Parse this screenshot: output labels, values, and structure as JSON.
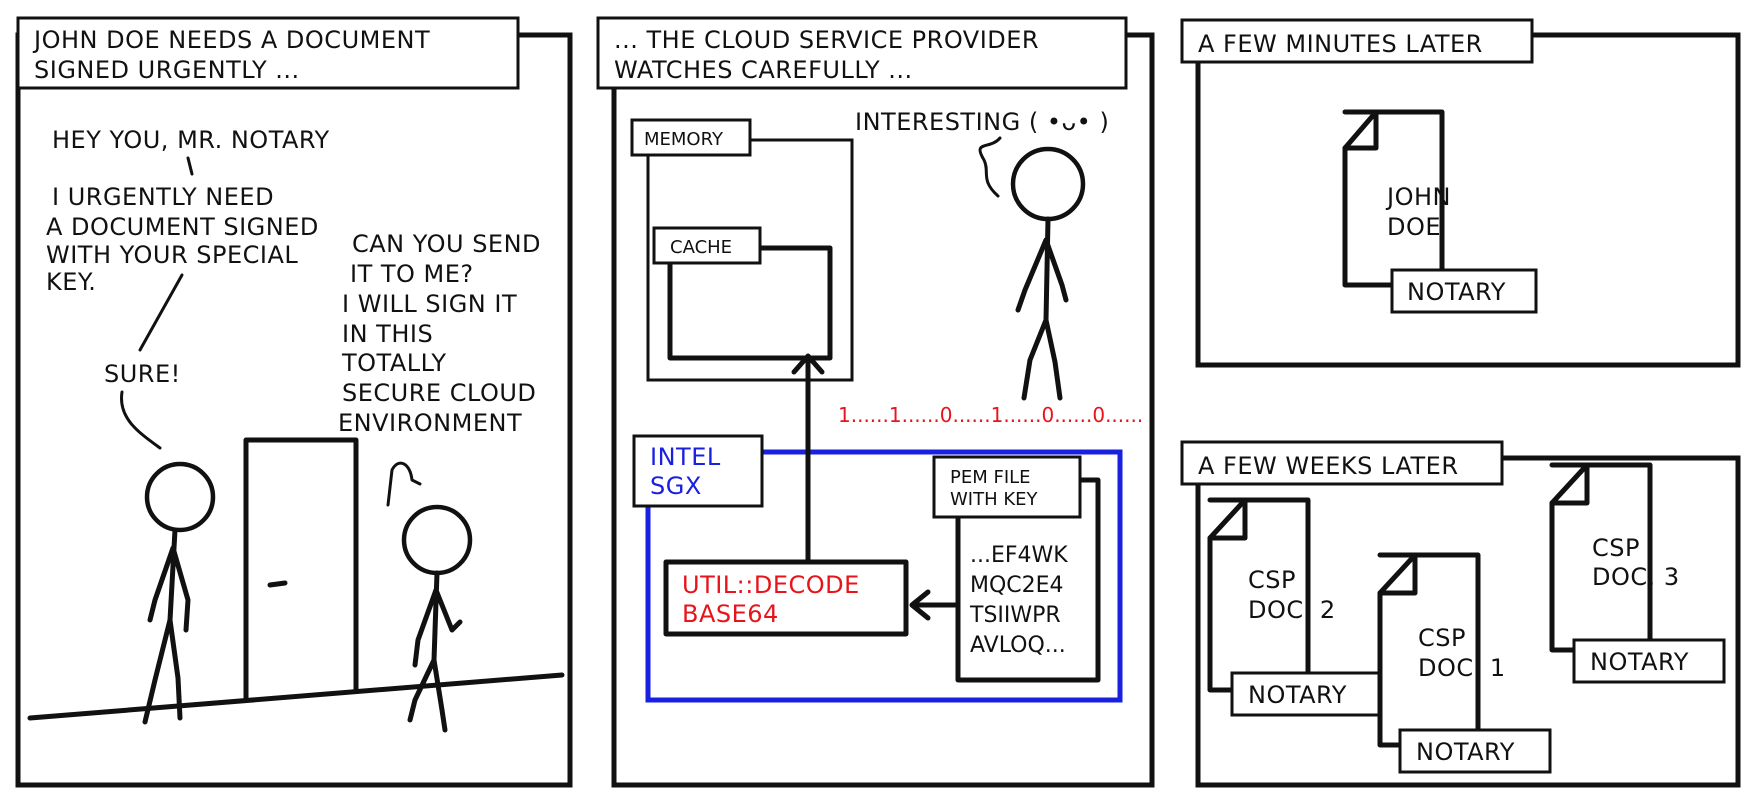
{
  "panel1": {
    "caption": [
      "JOHN DOE NEEDS A DOCUMENT",
      "SIGNED URGENTLY ..."
    ],
    "speech_a": [
      "HEY YOU, MR. NOTARY",
      "I URGENTLY NEED",
      "A DOCUMENT SIGNED",
      "WITH YOUR SPECIAL",
      "KEY."
    ],
    "speech_b": [
      "SURE!"
    ],
    "speech_c": [
      "CAN YOU SEND",
      "IT TO ME?",
      "I WILL SIGN IT",
      "IN THIS",
      "TOTALLY",
      "SECURE CLOUD",
      "ENVIRONMENT"
    ]
  },
  "panel2": {
    "caption": [
      "... THE CLOUD SERVICE PROVIDER",
      "WATCHES CAREFULLY ..."
    ],
    "memory_label": "MEMORY",
    "cache_label": "CACHE",
    "thought": "INTERESTING ( •ᴗ• )",
    "bits": "1......1......0......1......0......0......",
    "sgx_label": [
      "INTEL",
      "SGX"
    ],
    "pem_label": [
      "PEM FILE",
      "WITH KEY"
    ],
    "pem_content": [
      "...EF4WK",
      "MQC2E4",
      "TSIIWPR",
      "AVLOQ..."
    ],
    "decode_label": [
      "UTIL::DECODE",
      "BASE64"
    ]
  },
  "panel3": {
    "caption": "A FEW MINUTES LATER",
    "doc_text": [
      "JOHN",
      "DOE"
    ],
    "stamp": "NOTARY"
  },
  "panel4": {
    "caption": "A FEW WEEKS LATER",
    "docs": [
      {
        "text": [
          "CSP",
          "DOC. 2"
        ],
        "stamp": "NOTARY"
      },
      {
        "text": [
          "CSP",
          "DOC. 1"
        ],
        "stamp": "NOTARY"
      },
      {
        "text": [
          "CSP",
          "DOC. 3"
        ],
        "stamp": "NOTARY"
      }
    ]
  },
  "colors": {
    "ink": "#111111",
    "red": "#e8141c",
    "blue": "#1a20e0"
  }
}
